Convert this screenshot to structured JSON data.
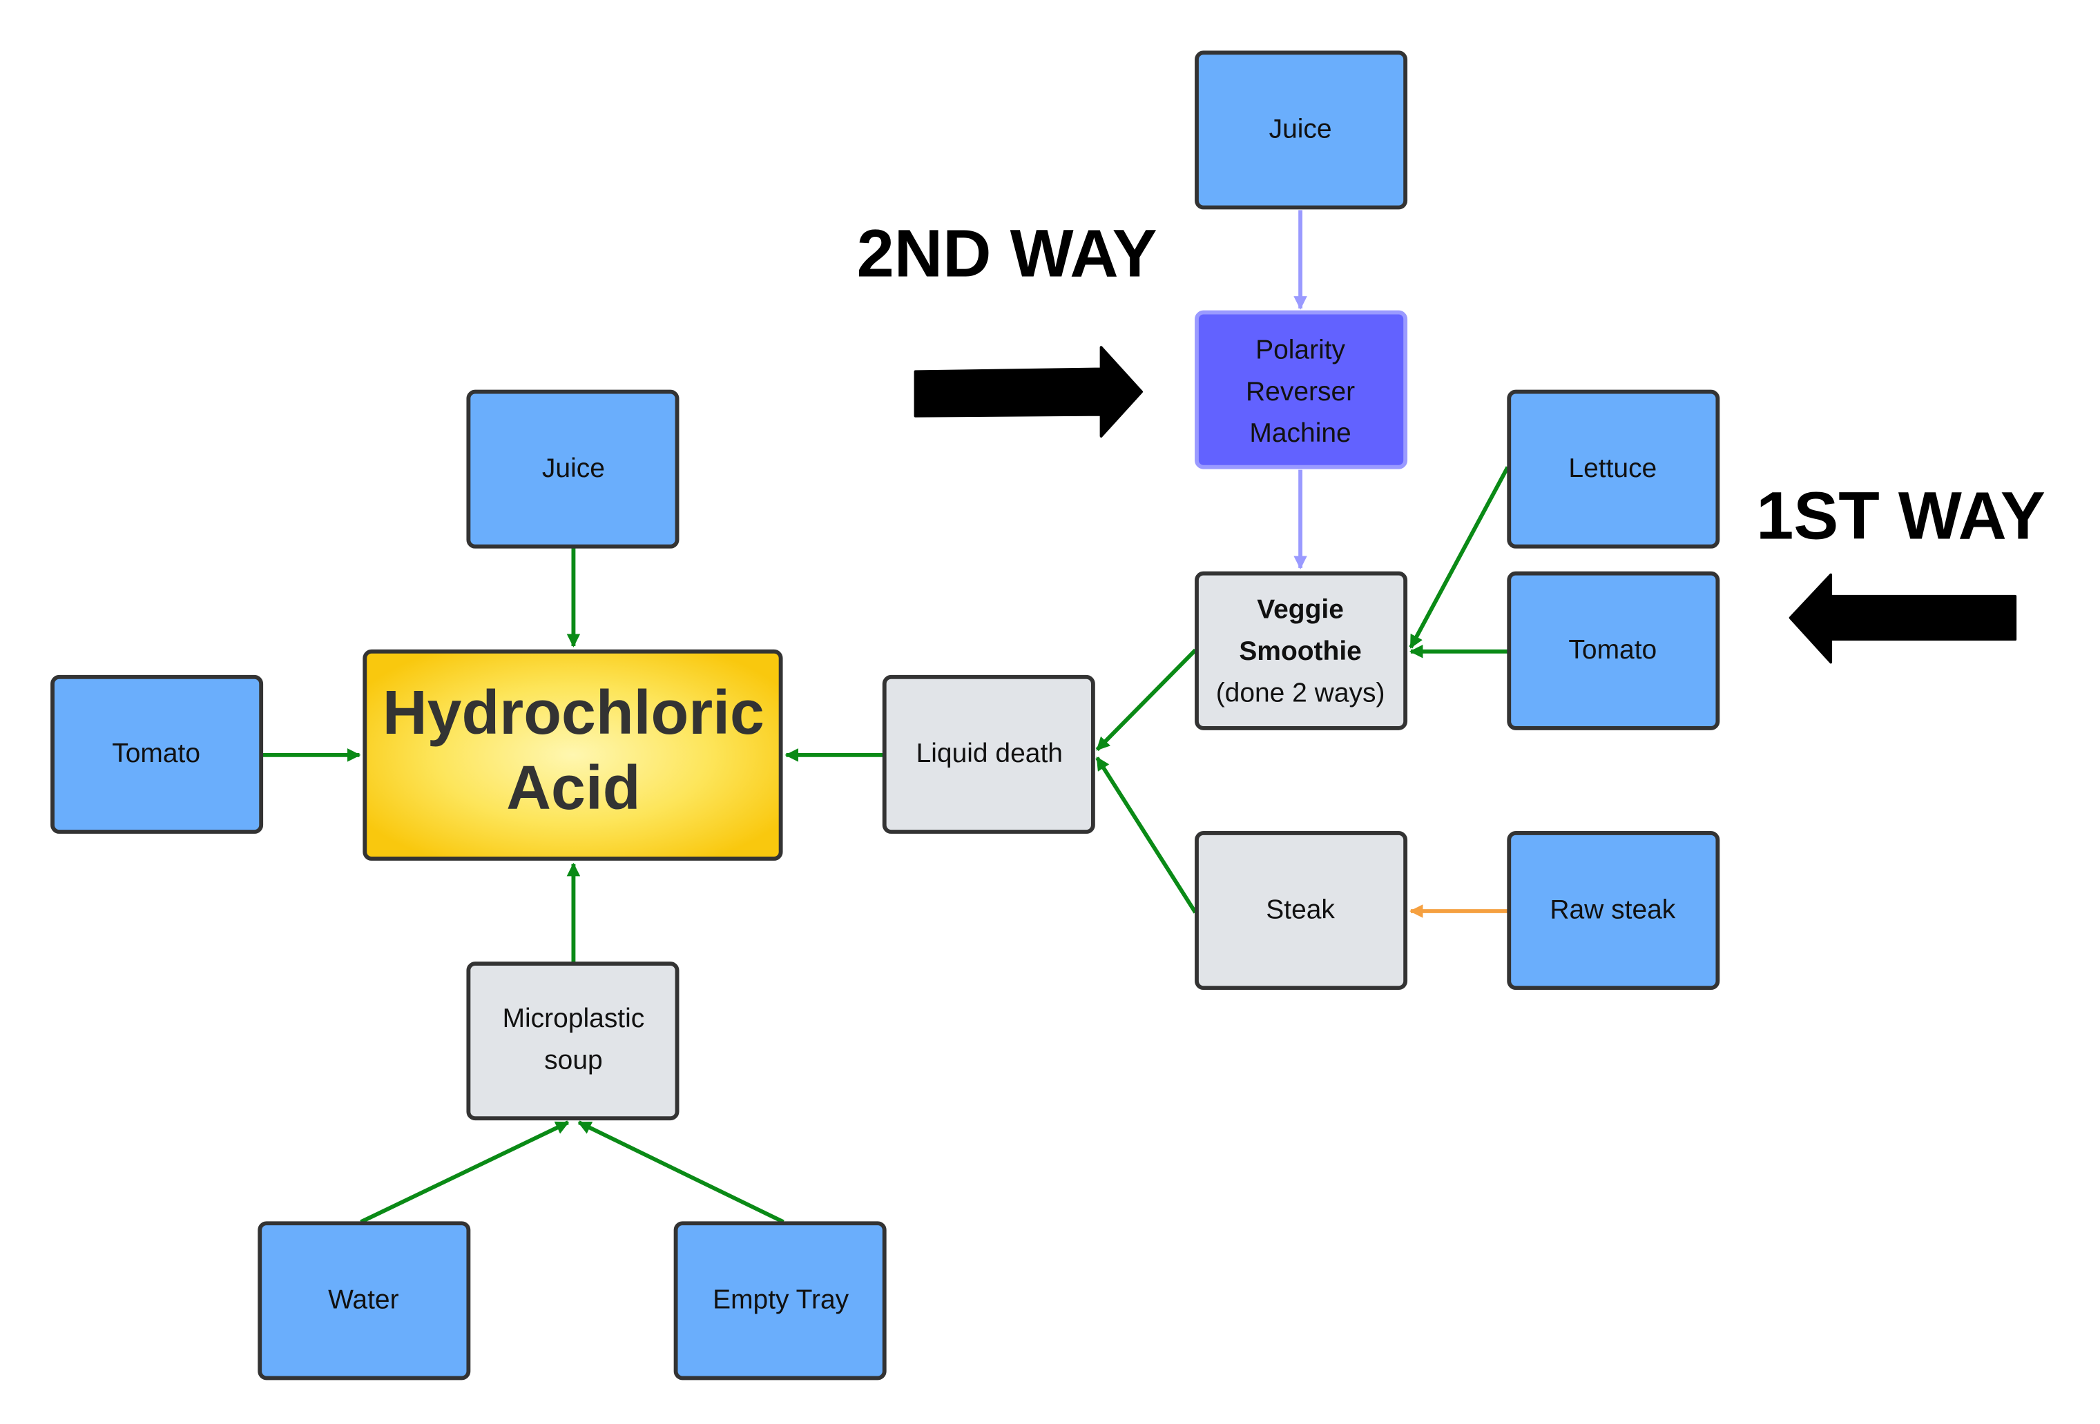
{
  "title": "Hydrochloric Acid crafting diagram",
  "annotations": {
    "second_way": "2ND WAY",
    "first_way": "1ST WAY"
  },
  "nodes": {
    "hcl": {
      "lines": [
        "Hydrochloric",
        "Acid"
      ]
    },
    "juice_left": {
      "lines": [
        "Juice"
      ]
    },
    "tomato_left": {
      "lines": [
        "Tomato"
      ]
    },
    "liquid_death": {
      "lines": [
        "Liquid death"
      ]
    },
    "microplastic": {
      "lines": [
        "Microplastic",
        "soup"
      ]
    },
    "water": {
      "lines": [
        "Water"
      ]
    },
    "empty_tray": {
      "lines": [
        "Empty Tray"
      ]
    },
    "juice_top": {
      "lines": [
        "Juice"
      ]
    },
    "polarity": {
      "lines": [
        "Polarity",
        "Reverser",
        "Machine"
      ]
    },
    "veggie": {
      "lines": [
        "Veggie",
        "Smoothie",
        "(done 2 ways)"
      ]
    },
    "lettuce": {
      "lines": [
        "Lettuce"
      ]
    },
    "tomato_right": {
      "lines": [
        "Tomato"
      ]
    },
    "steak": {
      "lines": [
        "Steak"
      ]
    },
    "raw_steak": {
      "lines": [
        "Raw steak"
      ]
    }
  },
  "colors": {
    "ingredient": "#6aaefc",
    "intermediate": "#e1e4e8",
    "machine": "#6262ff",
    "edge_green": "#0a8a16",
    "edge_purple": "#9a9aff",
    "edge_orange": "#f5a040",
    "hcl_gold": "#fcd21c"
  },
  "edges": [
    {
      "from": "juice_left",
      "to": "hcl",
      "color": "green"
    },
    {
      "from": "tomato_left",
      "to": "hcl",
      "color": "green"
    },
    {
      "from": "liquid_death",
      "to": "hcl",
      "color": "green"
    },
    {
      "from": "microplastic",
      "to": "hcl",
      "color": "green"
    },
    {
      "from": "water",
      "to": "microplastic",
      "color": "green"
    },
    {
      "from": "empty_tray",
      "to": "microplastic",
      "color": "green"
    },
    {
      "from": "veggie",
      "to": "liquid_death",
      "color": "green"
    },
    {
      "from": "steak",
      "to": "liquid_death",
      "color": "green"
    },
    {
      "from": "lettuce",
      "to": "veggie",
      "color": "green"
    },
    {
      "from": "tomato_right",
      "to": "veggie",
      "color": "green"
    },
    {
      "from": "raw_steak",
      "to": "steak",
      "color": "orange"
    },
    {
      "from": "juice_top",
      "to": "polarity",
      "color": "purple"
    },
    {
      "from": "polarity",
      "to": "veggie",
      "color": "purple"
    }
  ]
}
